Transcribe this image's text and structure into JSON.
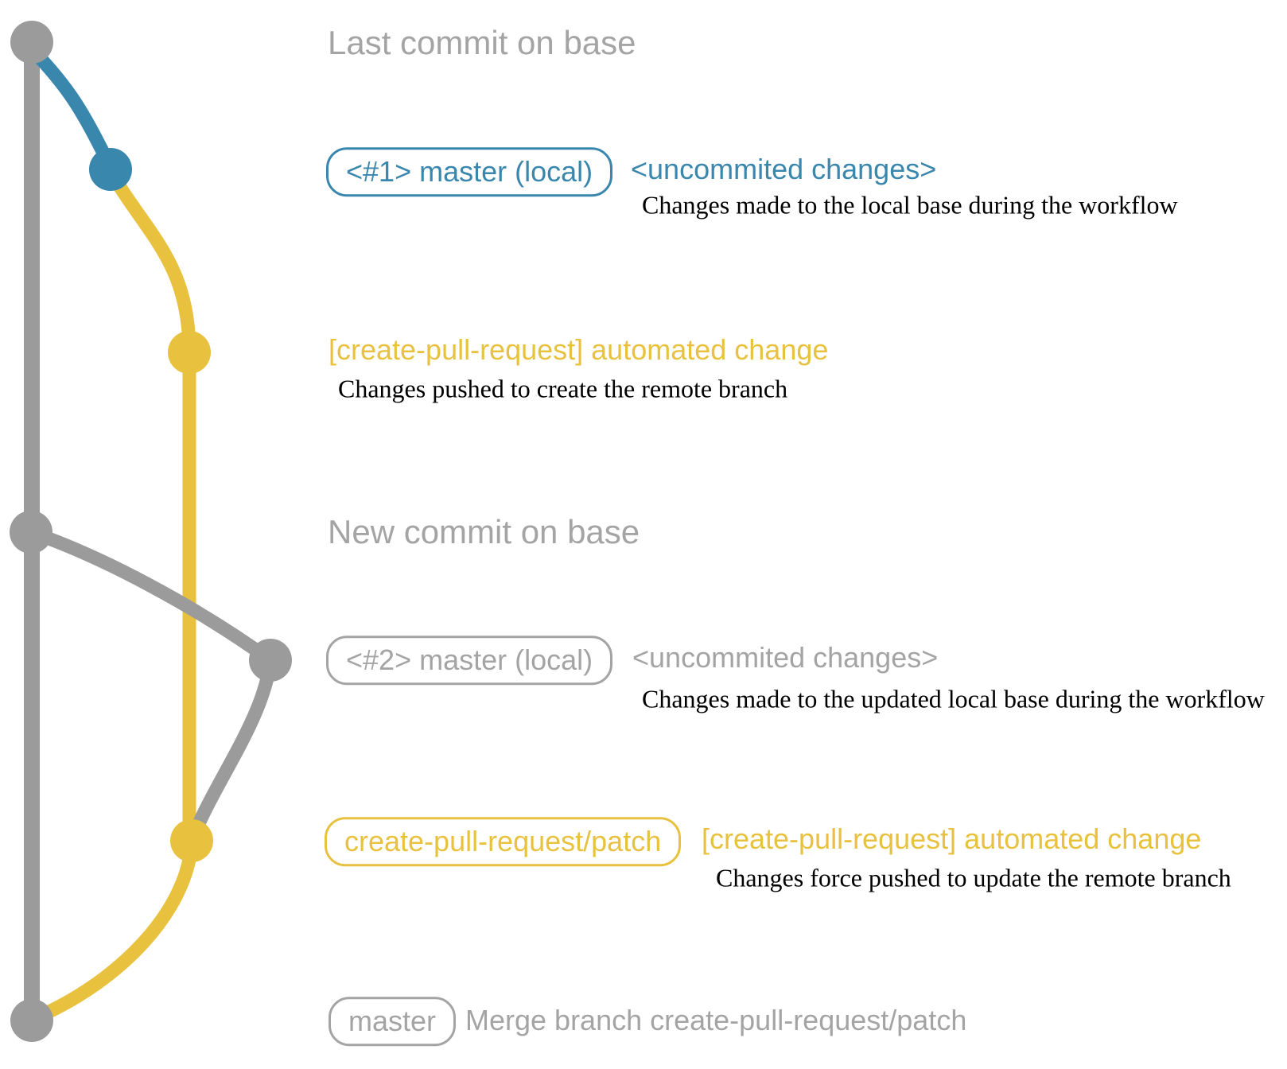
{
  "colors": {
    "blue": "#3A87AE",
    "yellow": "#E8C23F",
    "gray_line": "#9B9B9B",
    "gray_text": "#A4A4A4",
    "text_black": "#000000"
  },
  "annotations": {
    "last_commit_on_base": "Last commit on base",
    "new_commit_on_base": "New commit on base"
  },
  "commit1": {
    "badge": "<#1> master (local)",
    "message": "<uncommited changes>",
    "note": "Changes made to the local base during the workflow"
  },
  "push1": {
    "message": "[create-pull-request] automated change",
    "note": "Changes pushed to create the remote branch"
  },
  "commit2": {
    "badge": "<#2> master (local)",
    "message": "<uncommited changes>",
    "note": "Changes made to the updated local base during the workflow"
  },
  "push2": {
    "badge": "create-pull-request/patch",
    "message": "[create-pull-request] automated change",
    "note": "Changes force pushed to update the remote branch"
  },
  "merge": {
    "badge": "master",
    "message": "Merge branch create-pull-request/patch"
  }
}
